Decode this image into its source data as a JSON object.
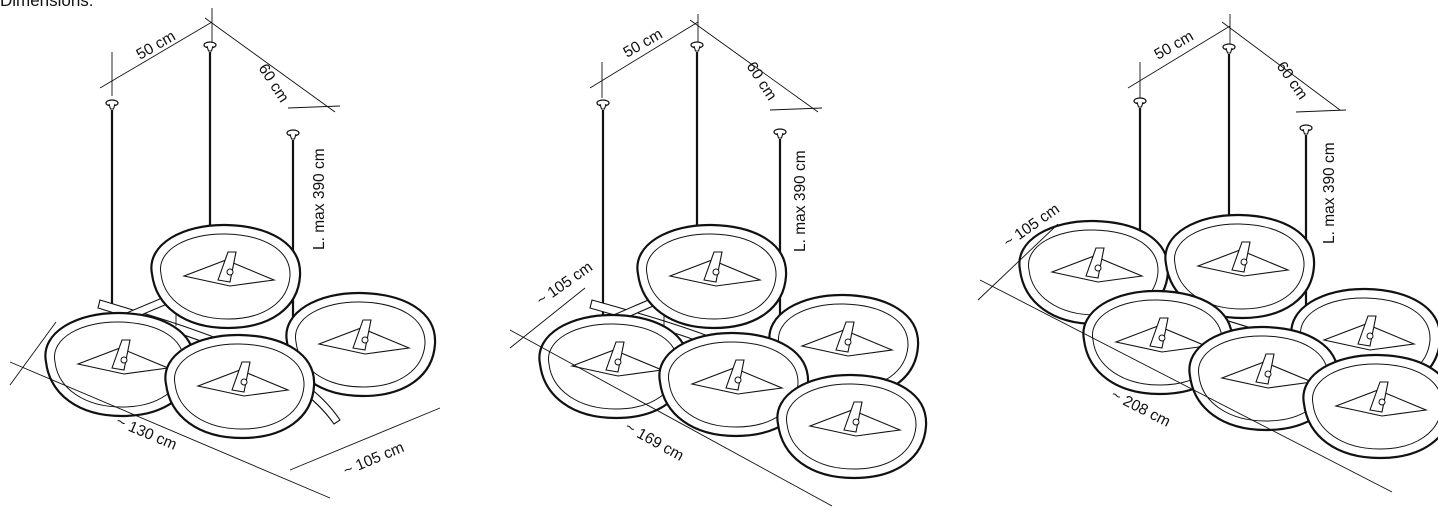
{
  "title": "Dimensions:",
  "variants": [
    {
      "id": "three-shades",
      "dims": {
        "spacing_a": "50 cm",
        "spacing_b": "60 cm",
        "cable": "L. max 390 cm",
        "length": "~ 130 cm",
        "width": "~ 105 cm"
      }
    },
    {
      "id": "four-shades",
      "dims": {
        "spacing_a": "50 cm",
        "spacing_b": "60 cm",
        "cable": "L. max 390 cm",
        "length": "~ 169 cm",
        "width": "~ 105 cm"
      }
    },
    {
      "id": "five-shades",
      "dims": {
        "spacing_a": "50 cm",
        "spacing_b": "60 cm",
        "cable": "L. max 390 cm",
        "length": "~ 208 cm",
        "width": "~ 105 cm"
      }
    }
  ]
}
